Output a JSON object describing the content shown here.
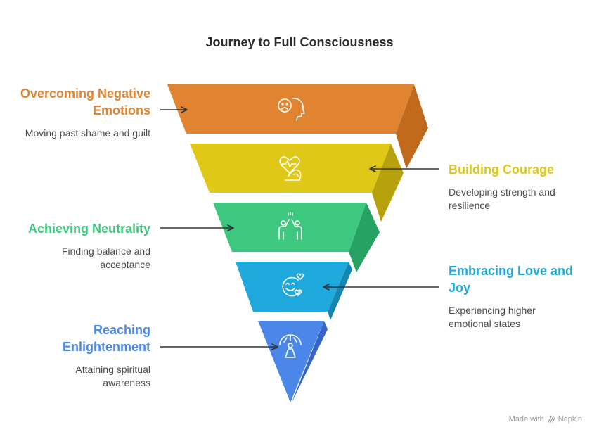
{
  "title": "Journey to Full Consciousness",
  "footer": {
    "prefix": "Made with",
    "brand": "Napkin"
  },
  "levels": [
    {
      "label": "Overcoming Negative Emotions",
      "description": "Moving past shame and guilt",
      "color": "#E08431",
      "icon": "sad-face-head-icon"
    },
    {
      "label": "Building Courage",
      "description": "Developing strength and resilience",
      "color": "#DFC817",
      "icon": "heart-strength-arm-icon"
    },
    {
      "label": "Achieving Neutrality",
      "description": "Finding balance and acceptance",
      "color": "#3EC87F",
      "icon": "high-five-people-icon"
    },
    {
      "label": "Embracing Love and Joy",
      "description": "Experiencing higher emotional states",
      "color": "#1FA9DC",
      "icon": "smile-with-hearts-icon"
    },
    {
      "label": "Reaching Enlightenment",
      "description": "Attaining spiritual awareness",
      "color": "#4A87E8",
      "icon": "meditating-figure-icon"
    }
  ]
}
